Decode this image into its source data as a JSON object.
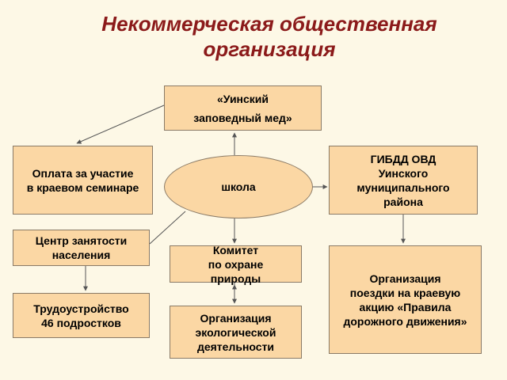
{
  "title": {
    "line1": "Некоммерческая общественная",
    "line2": "организация"
  },
  "center": {
    "label": "школа"
  },
  "boxes": {
    "honey": {
      "line1": "«Уинский",
      "line2": "заповедный мед»"
    },
    "payment": {
      "line1": "Оплата за участие",
      "line2": "в краевом семинаре"
    },
    "gibdd": {
      "line1": "ГИБДД ОВД",
      "line2": "Уинского",
      "line3": "муниципального",
      "line4": "района"
    },
    "employment": {
      "line1": "Центр занятости",
      "line2": "населения"
    },
    "committee": {
      "line1": "Комитет",
      "line2": "по охране",
      "line3": "природы"
    },
    "trip": {
      "line1": "Организация",
      "line2": "поездки на краевую",
      "line3": "акцию «Правила",
      "line4": "дорожного движения»"
    },
    "jobs": {
      "line1": "Трудоустройство",
      "line2": "46 подростков"
    },
    "ecology": {
      "line1": "Организация",
      "line2": "экологической",
      "line3": "деятельности"
    }
  },
  "colors": {
    "title": "#8b1a1a",
    "box_fill": "#fbd7a4",
    "box_border": "#8a7a66",
    "background": "#fdf8e6",
    "arrow": "#555555"
  }
}
